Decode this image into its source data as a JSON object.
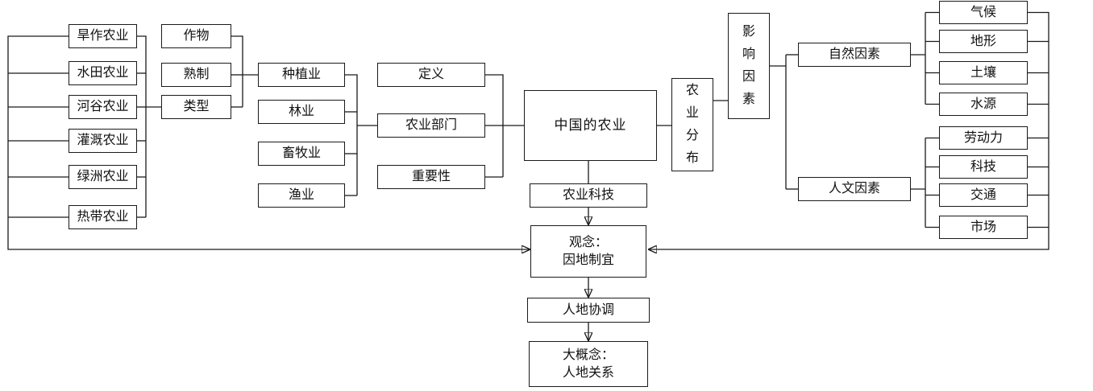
{
  "theme": {
    "background": "#ffffff",
    "line_color": "#1a1a1a",
    "text_color": "#111111"
  },
  "nodes": {
    "center": "中国的农业",
    "attributes": {
      "definition": "定义",
      "sectors_label": "农业部门",
      "importance": "重要性"
    },
    "sectors": {
      "planting": "种植业",
      "forestry": "林业",
      "husbandry": "畜牧业",
      "fishery": "渔业"
    },
    "planting_aspects": {
      "crops": "作物",
      "cropping_system": "熟制",
      "types": "类型"
    },
    "agriculture_types": [
      "旱作农业",
      "水田农业",
      "河谷农业",
      "灌溉农业",
      "绿洲农业",
      "热带农业"
    ],
    "distribution": "农\n业\n分\n布",
    "influencing": "影\n响\n因\n素",
    "natural": "自然因素",
    "human": "人文因素",
    "natural_factors": [
      "气候",
      "地形",
      "土壤",
      "水源"
    ],
    "human_factors": [
      "劳动力",
      "科技",
      "交通",
      "市场"
    ],
    "science_tech": "农业科技",
    "concept": "观念：\n因地制宜",
    "coordination": "人地协调",
    "big_concept": "大概念：\n人地关系"
  }
}
